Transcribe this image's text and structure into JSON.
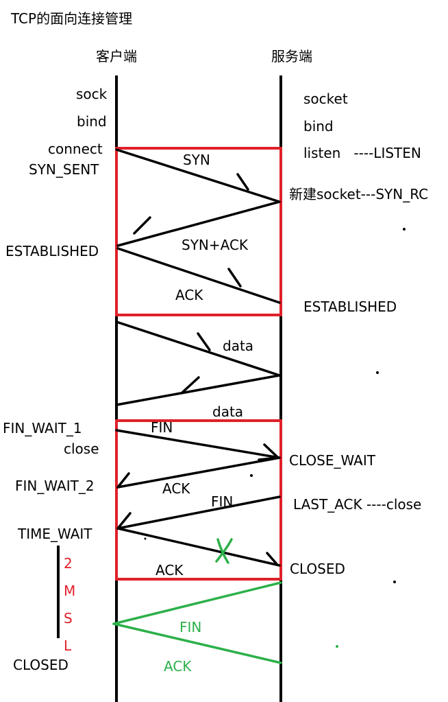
{
  "title": "TCP的面向连接管理",
  "client_header": "客户端",
  "server_header": "服务端",
  "client_labels": {
    "sock": "sock",
    "bind": "bind",
    "connect": "connect",
    "syn_sent": "SYN_SENT",
    "established": "ESTABLISHED",
    "fin_wait_1": "FIN_WAIT_1",
    "close": "close",
    "fin_wait_2": "FIN_WAIT_2",
    "time_wait": "TIME_WAIT",
    "closed": "CLOSED"
  },
  "server_labels": {
    "socket": "socket",
    "bind": "bind",
    "listen": "listen   ----LISTEN",
    "new_socket": "新建socket---SYN_RC",
    "established": "ESTABLISHED",
    "close_wait": "CLOSE_WAIT",
    "last_ack": "LAST_ACK ----close",
    "closed": "CLOSED"
  },
  "messages": {
    "syn": "SYN",
    "syn_ack": "SYN+ACK",
    "ack1": "ACK",
    "data1": "data",
    "data2": "data",
    "fin1": "FIN",
    "ack2": "ACK",
    "fin2": "FIN",
    "ack3": "ACK",
    "fin_retry": "FIN",
    "ack_retry": "ACK"
  },
  "msl_letters": [
    "2",
    "M",
    "S",
    "L"
  ],
  "colors": {
    "line": "#000000",
    "box": "#e0202a",
    "retry": "#2cb04a",
    "msl": "#e0202a"
  }
}
